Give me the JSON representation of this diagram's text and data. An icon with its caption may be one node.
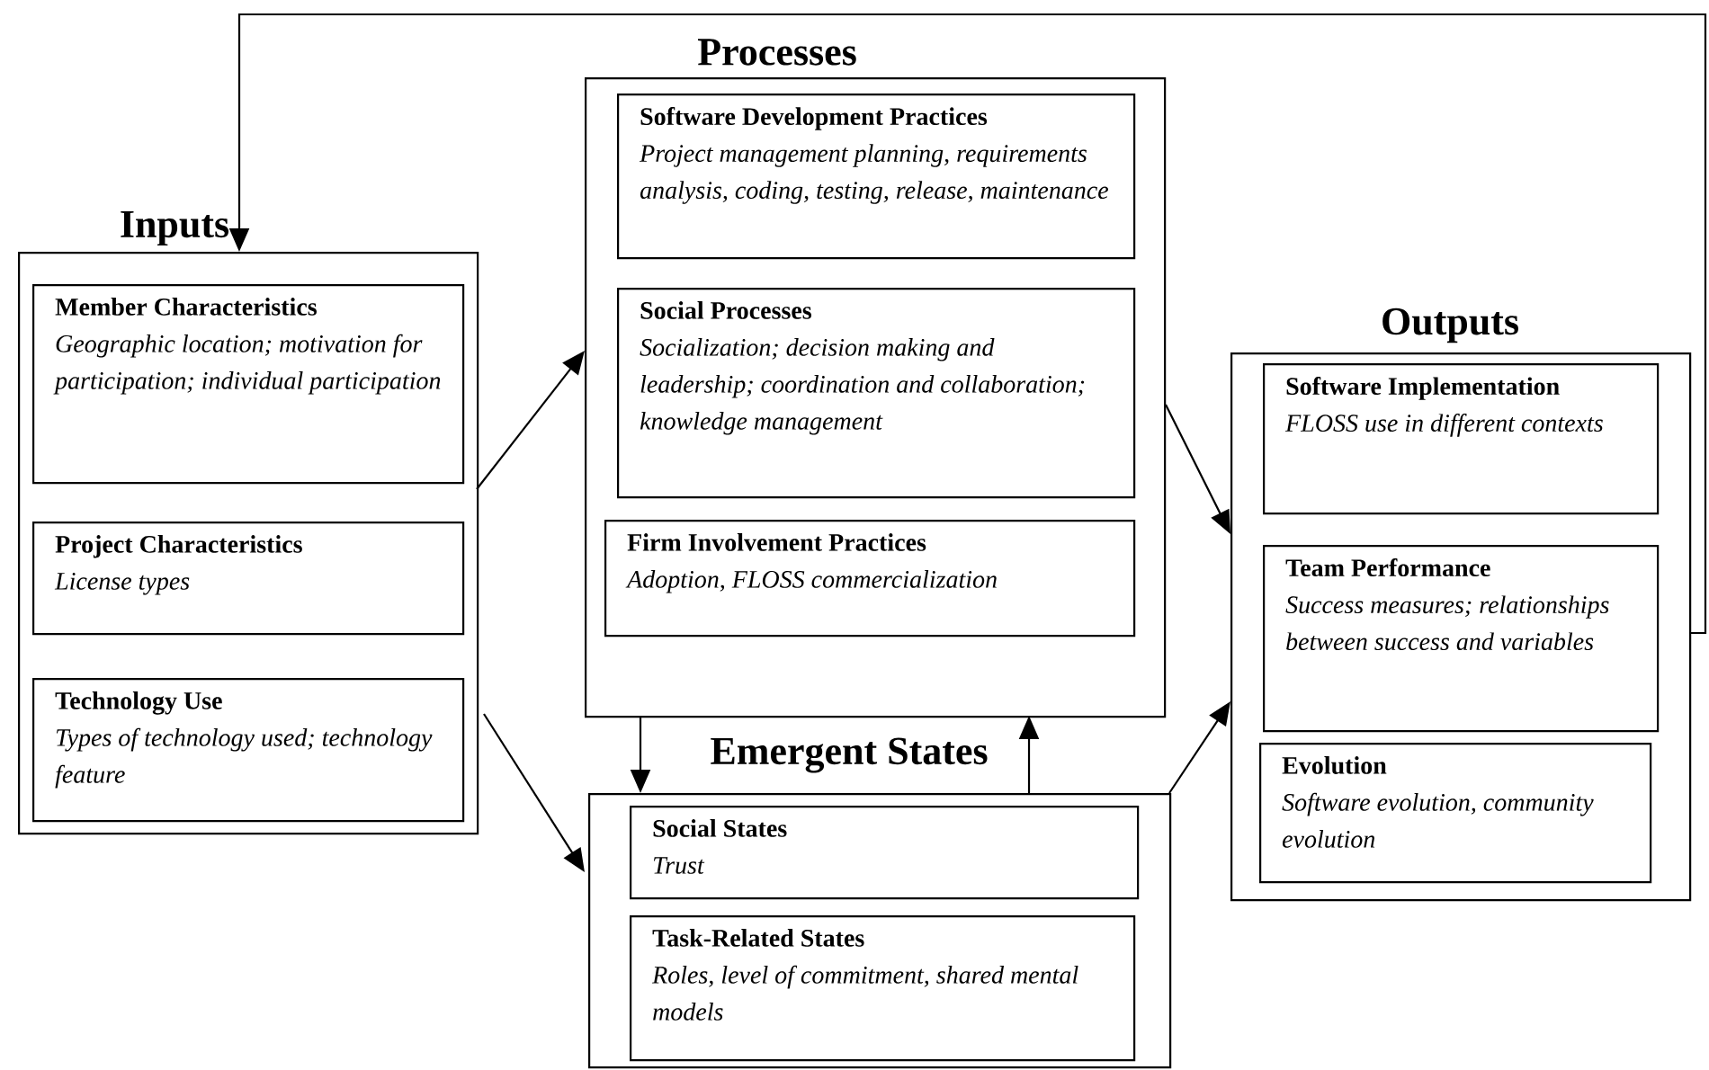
{
  "diagram": {
    "nodes": [
      {
        "text": [
          "Inputs"
        ]
      },
      {
        "text": [
          "Member Characteristics",
          "Geographic location; motivation for participation; individual participation"
        ],
        "in": 0
      },
      {
        "text": [
          "Project Characteristics",
          "License types"
        ],
        "in": 0
      },
      {
        "text": [
          "Technology Use",
          "Types of technology used; technology feature"
        ],
        "in": 0
      },
      {
        "text": [
          "Processes"
        ]
      },
      {
        "text": [
          "Software Development Practices",
          "Project management planning, requirements analysis, coding, testing, release, maintenance"
        ],
        "in": 4
      },
      {
        "text": [
          "Social Processes",
          "Socialization; decision making and leadership; coordination and collaboration; knowledge management"
        ],
        "in": 4
      },
      {
        "text": [
          "Firm Involvement Practices",
          "Adoption, FLOSS commercialization"
        ],
        "in": 4
      },
      {
        "text": [
          "Emergent States"
        ]
      },
      {
        "text": [
          "Social States",
          "Trust"
        ],
        "in": 8
      },
      {
        "text": [
          "Task-Related States",
          "Roles, level of commitment, shared mental models"
        ],
        "in": 8
      },
      {
        "text": [
          "Outputs"
        ]
      },
      {
        "text": [
          "Software Implementation",
          "FLOSS use in different contexts"
        ],
        "in": 11
      },
      {
        "text": [
          "Team Performance",
          "Success measures; relationships between success and variables"
        ],
        "in": 11
      },
      {
        "text": [
          "Evolution",
          "Software evolution, community evolution"
        ],
        "in": 11
      }
    ],
    "edges": [
      {
        "from": 0,
        "to": 4,
        "arrow": "to"
      },
      {
        "from": 0,
        "to": 8,
        "arrow": "to"
      },
      {
        "from": 4,
        "to": 11,
        "arrow": "to"
      },
      {
        "from": 4,
        "to": 8,
        "arrow": "to"
      },
      {
        "from": 8,
        "to": 4,
        "arrow": "to"
      },
      {
        "from": 8,
        "to": 11,
        "arrow": "to"
      },
      {
        "from": 11,
        "to": 0,
        "arrow": "to"
      }
    ]
  }
}
